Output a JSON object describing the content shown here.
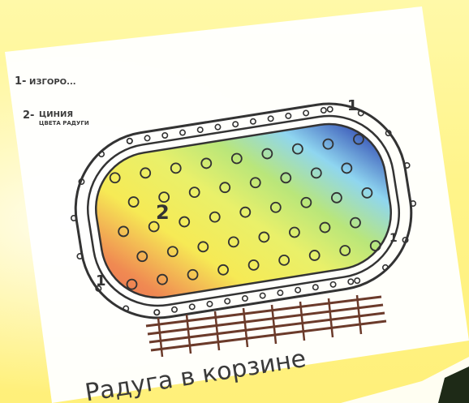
{
  "legend": {
    "line1_number": "1-",
    "line1_text": "ИЗГОРО...",
    "line1_sub": "",
    "line2_number": "2-",
    "line2_text": "ЦИНИЯ",
    "line2_sub": "ЦВЕТА РАДУГИ"
  },
  "labels": {
    "center_number": "2",
    "marker_1_top": "1",
    "marker_1_right": "1",
    "marker_1_left": "1"
  },
  "caption": "Радуга в корзине",
  "colors": {
    "background_yellow": "#fff48a",
    "paper": "#ffffff",
    "rainbow_red": "#e55b5b",
    "rainbow_orange": "#f39a43",
    "rainbow_yellow": "#f7ee52",
    "rainbow_green": "#bfe36d",
    "rainbow_cyan": "#8fd6f0",
    "rainbow_blue": "#3b58b8",
    "rainbow_violet": "#9a6ad0"
  }
}
